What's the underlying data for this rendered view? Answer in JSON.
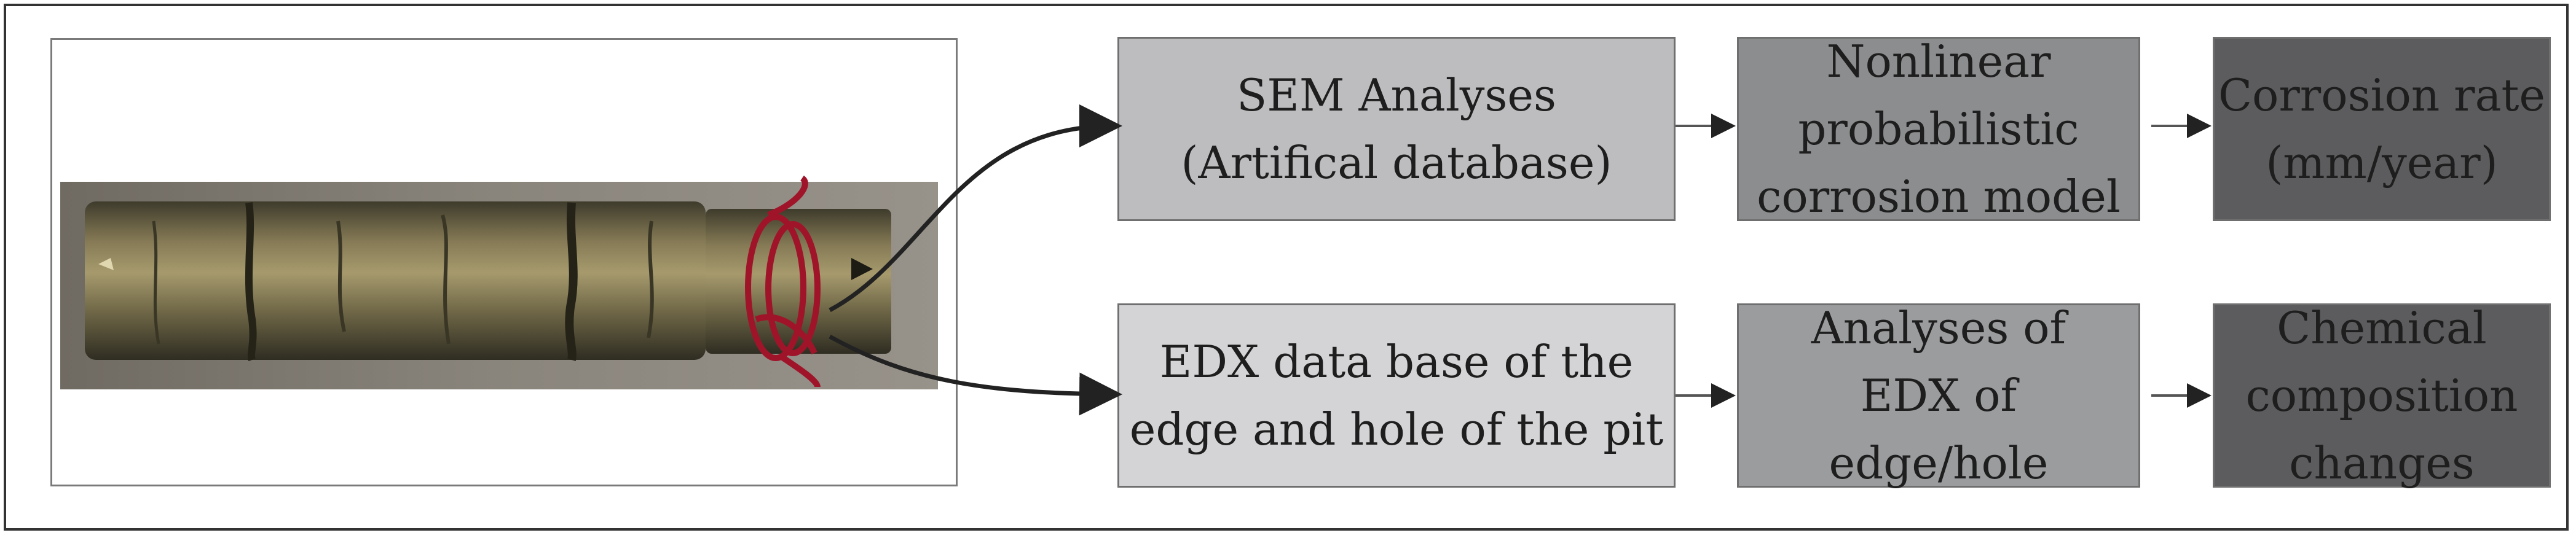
{
  "photo": {
    "subject": "corroded steel rod specimen with red wire loop"
  },
  "boxes": {
    "sem": "SEM Analyses\n(Artifical database)",
    "model": "Nonlinear\nprobabilistic\ncorrosion model",
    "rate": "Corrosion rate\n(mm/year)",
    "edx": "EDX data base of the\nedge and hole of the pit",
    "analyses": "Analyses of\nEDX of\nedge/hole",
    "chemical": "Chemical\ncomposition\nchanges"
  },
  "colors": {
    "sem_fill": "#bdbdbf",
    "model_fill": "#8c8d8f",
    "result_fill": "#5c5c5e",
    "edx_fill": "#d4d4d6",
    "analyses_fill": "#9b9c9e",
    "arrow": "#222222",
    "wire": "#a0142a"
  }
}
